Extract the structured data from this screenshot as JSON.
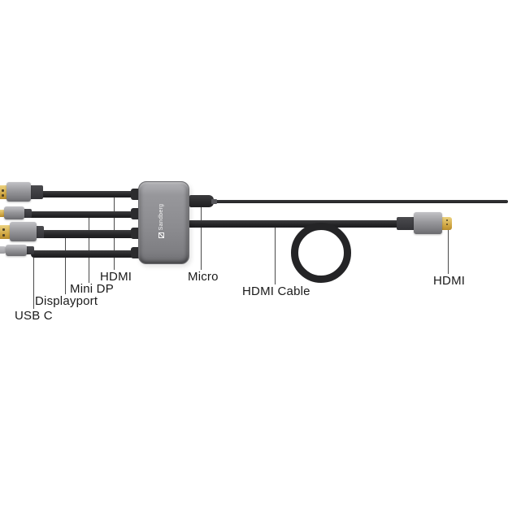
{
  "brand": {
    "name": "Sandberg"
  },
  "callouts": {
    "usb_c": "USB C",
    "displayport": "Displayport",
    "mini_dp": "Mini DP",
    "hdmi_left": "HDMI",
    "micro": "Micro",
    "hdmi_cable": "HDMI Cable",
    "hdmi_right": "HDMI"
  },
  "colors": {
    "background": "#ffffff",
    "connector_gold": "#cda33f",
    "connector_gray": "#8c8c90",
    "neck_dark": "#3a3a3e",
    "cable_black": "#242426",
    "leader_line": "#4a4a4a",
    "label_text": "#1a1a1a",
    "logo_text": "#ffffff"
  }
}
